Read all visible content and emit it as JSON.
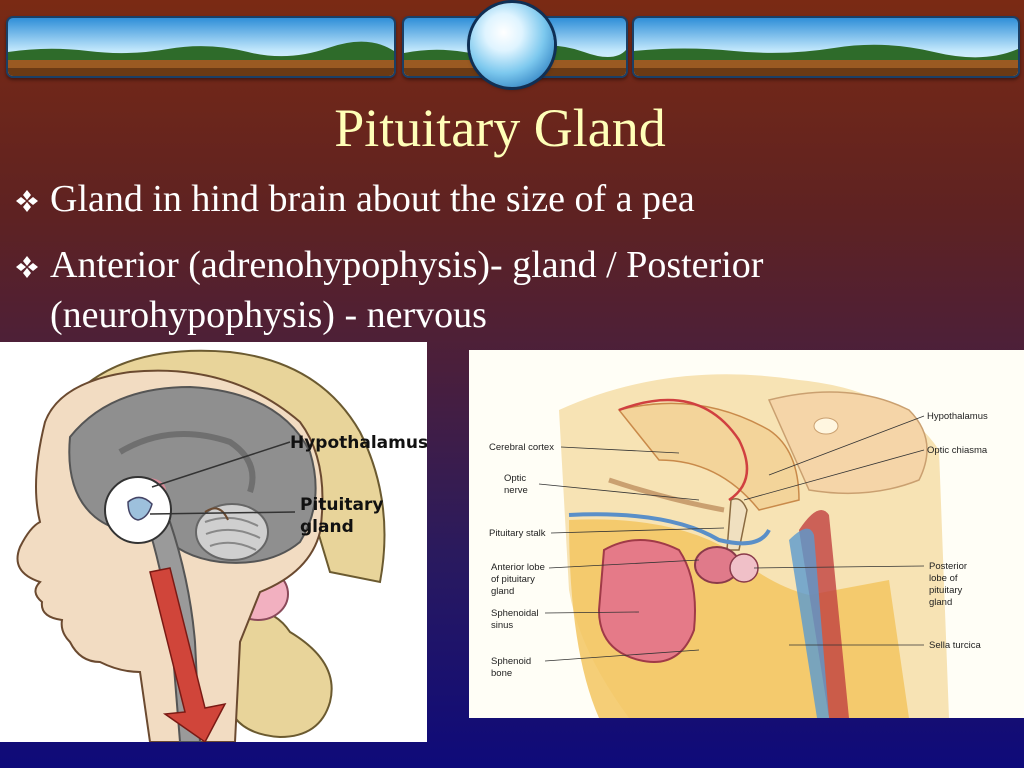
{
  "slide": {
    "title": "Pituitary Gland",
    "bullets": [
      {
        "text": "Gland in hind brain about the size of a pea"
      },
      {
        "text": "Anterior (adrenohypophysis)- gland / Posterior (neurohypophysis) - nervous"
      }
    ]
  },
  "head_diagram": {
    "labels": {
      "hypothalamus": "Hypothalamus",
      "pituitary_1": "Pituitary",
      "pituitary_2": "gland"
    }
  },
  "section_diagram": {
    "labels_left": [
      [
        "Cerebral cortex"
      ],
      [
        "Optic",
        "nerve"
      ],
      [
        "Pituitary stalk"
      ],
      [
        "Anterior lobe",
        "of pituitary",
        "gland"
      ],
      [
        "Sphenoidal",
        "sinus"
      ],
      [
        "Sphenoid",
        "bone"
      ]
    ],
    "labels_right": [
      [
        "Hypothalamus"
      ],
      [
        "Optic chiasma"
      ],
      [
        "Posterior",
        "lobe of",
        "pituitary",
        "gland"
      ],
      [
        "Sella turcica"
      ]
    ]
  },
  "colors": {
    "title": "#ffffb8",
    "text": "#ffffff"
  }
}
